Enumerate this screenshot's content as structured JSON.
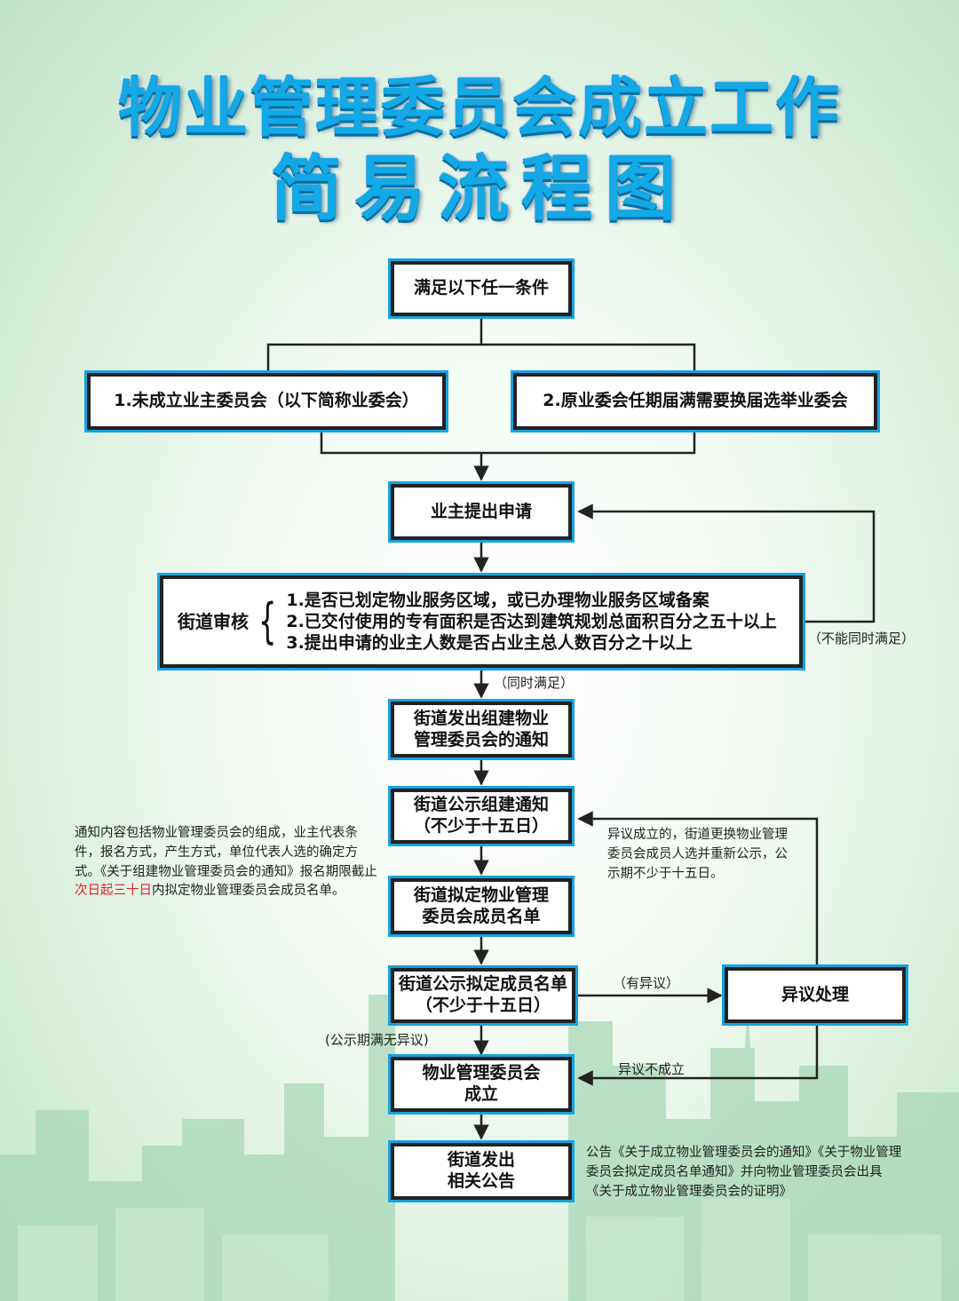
{
  "title": {
    "line1": "物业管理委员会成立工作",
    "line2": "简易流程图"
  },
  "nodes": {
    "start": "满足以下任一条件",
    "cond1": "1.未成立业主委员会（以下简称业委会）",
    "cond2": "2.原业委会任期届满需要换届选举业委会",
    "apply": "业主提出申请",
    "review_title": "街道审核",
    "review_items": [
      "1.是否已划定物业服务区域，或已办理物业服务区域备案",
      "2.已交付使用的专有面积是否达到建筑规划总面积百分之五十以上",
      "3.提出申请的业主人数是否占业主总人数百分之十以上"
    ],
    "notice_line1": "街道发出组建物业",
    "notice_line2": "管理委员会的通知",
    "publicize_line1": "街道公示组建通知",
    "publicize_line2": "（不少于十五日）",
    "draft_line1": "街道拟定物业管理",
    "draft_line2": "委员会成员名单",
    "publish_line1": "街道公示拟定成员名单",
    "publish_line2": "（不少于十五日）",
    "objection": "异议处理",
    "established_line1": "物业管理委员会",
    "established_line2": "成立",
    "announce_line1": "街道发出",
    "announce_line2": "相关公告"
  },
  "labels": {
    "not_all": "（不能同时满足）",
    "all_met": "（同时满足）",
    "has_objection": "（有异议）",
    "no_objection": "(公示期满无异议)",
    "objection_invalid": "异议不成立"
  },
  "notes": {
    "left_part1": "通知内容包括物业管理委员会的组成，业主代表条件，报名方式，产生方式，单位代表人选的确定方式。《关于组建物业管理委员会的通知》报名期限截止",
    "left_highlight": "次日起三十日",
    "left_part2": "内拟定物业管理委员会成员名单。",
    "right_objection": "异议成立的，街道更换物业管理委员会成员人选并重新公示，公示期不少于十五日。",
    "bottom_right": "公告《关于成立物业管理委员会的通知》《关于物业管理委员会拟定成员名单通知》并向物业管理委员会出具《关于成立物业管理委员会的证明》"
  },
  "colors": {
    "title": "#12a9e6",
    "box_border": "#222222",
    "box_outline": "#17a2e0",
    "highlight": "#e0242a",
    "skyline": "#9fd2b0"
  }
}
